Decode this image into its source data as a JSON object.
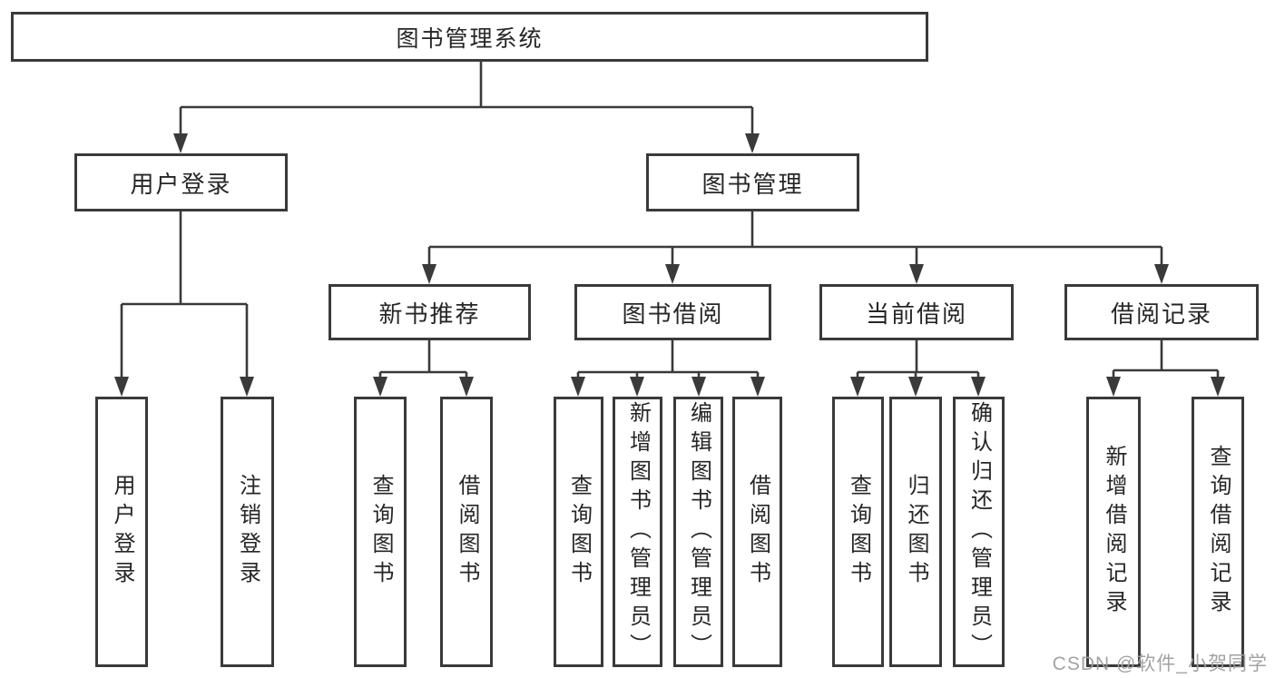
{
  "diagram": {
    "root": {
      "label": "图书管理系统",
      "children": [
        {
          "label": "用户登录",
          "children": [
            {
              "label": "用户登录"
            },
            {
              "label": "注销登录"
            }
          ]
        },
        {
          "label": "图书管理",
          "children": [
            {
              "label": "新书推荐",
              "children": [
                {
                  "label": "查询图书"
                },
                {
                  "label": "借阅图书"
                }
              ]
            },
            {
              "label": "图书借阅",
              "children": [
                {
                  "label": "查询图书"
                },
                {
                  "label": "新增图书（管理员）"
                },
                {
                  "label": "编辑图书（管理员）"
                },
                {
                  "label": "借阅图书"
                }
              ]
            },
            {
              "label": "当前借阅",
              "children": [
                {
                  "label": "查询图书"
                },
                {
                  "label": "归还图书"
                },
                {
                  "label": "确认归还（管理员）"
                }
              ]
            },
            {
              "label": "借阅记录",
              "children": [
                {
                  "label": "新增借阅记录"
                },
                {
                  "label": "查询借阅记录"
                }
              ]
            }
          ]
        }
      ]
    }
  },
  "watermark": "CSDN @软件_小贺同学",
  "colors": {
    "line": "#3a3a3a",
    "box_border": "#3a3a3a",
    "text": "#262626",
    "watermark": "#9e9e9e",
    "background": "#ffffff"
  }
}
